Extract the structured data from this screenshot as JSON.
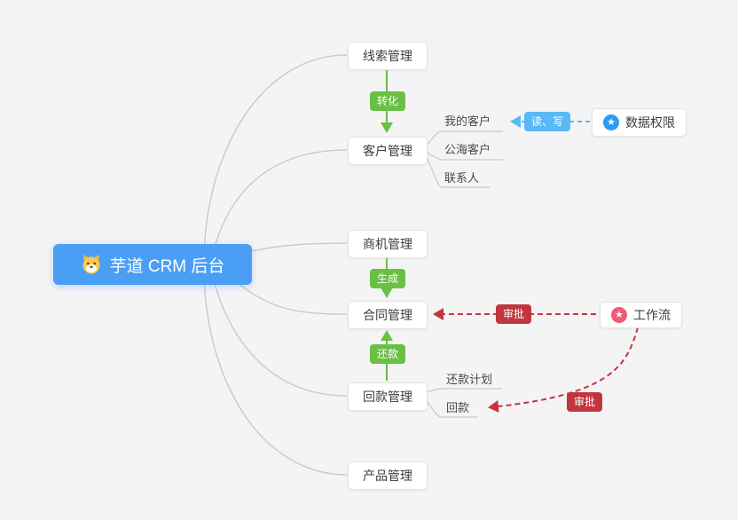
{
  "root": {
    "label": "芋道 CRM 后台",
    "icon": "dog-icon",
    "bg_color": "#4a9ff5"
  },
  "modules": [
    {
      "id": "lead",
      "label": "线索管理"
    },
    {
      "id": "customer",
      "label": "客户管理"
    },
    {
      "id": "opportunity",
      "label": "商机管理"
    },
    {
      "id": "contract",
      "label": "合同管理"
    },
    {
      "id": "receivable",
      "label": "回款管理"
    },
    {
      "id": "product",
      "label": "产品管理"
    }
  ],
  "customer_children": [
    {
      "label": "我的客户"
    },
    {
      "label": "公海客户"
    },
    {
      "label": "联系人"
    }
  ],
  "receivable_children": [
    {
      "label": "还款计划"
    },
    {
      "label": "回款"
    }
  ],
  "edges": {
    "convert": {
      "label": "转化",
      "color": "#6abf45",
      "style": "solid-arrow-down"
    },
    "generate": {
      "label": "生成",
      "color": "#6abf45",
      "style": "solid-arrow-down"
    },
    "repay": {
      "label": "还款",
      "color": "#6abf45",
      "style": "solid-arrow-up"
    },
    "read_write": {
      "label": "读、写",
      "color": "#5ab8f5",
      "style": "dashed-arrow-left"
    },
    "approve_contract": {
      "label": "审批",
      "color": "#c2353f",
      "style": "dashed-arrow-left"
    },
    "approve_receivable": {
      "label": "审批",
      "color": "#c2353f",
      "style": "dashed-arrow-left"
    }
  },
  "side_nodes": {
    "data_permission": {
      "label": "数据权限",
      "icon": "star-icon",
      "icon_color": "#2e9bf5"
    },
    "workflow": {
      "label": "工作流",
      "icon": "star-icon",
      "icon_color": "#ef5b76"
    }
  },
  "colors": {
    "background": "#f4f4f5",
    "connector_gray": "#c9c9c9",
    "node_border": "#e4e4e4",
    "node_text": "#3d3d3d"
  }
}
